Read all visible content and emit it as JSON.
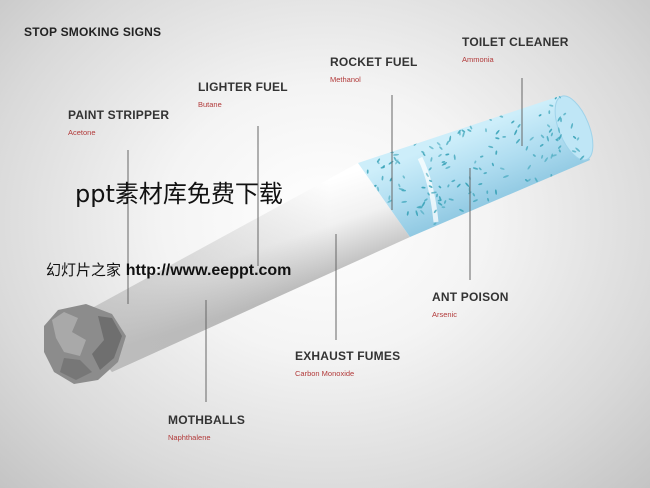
{
  "title": "STOP SMOKING SIGNS",
  "labels": {
    "paint_stripper": {
      "name": "PAINT STRIPPER",
      "chemical": "Acetone"
    },
    "lighter_fuel": {
      "name": "LIGHTER FUEL",
      "chemical": "Butane"
    },
    "rocket_fuel": {
      "name": "ROCKET FUEL",
      "chemical": "Methanol"
    },
    "toilet_cleaner": {
      "name": "TOILET CLEANER",
      "chemical": "Ammonia"
    },
    "ant_poison": {
      "name": "ANT POISON",
      "chemical": "Arsenic"
    },
    "exhaust_fumes": {
      "name": "EXHAUST FUMES",
      "chemical": "Carbon Monoxide"
    },
    "mothballs": {
      "name": "MOTHBALLS",
      "chemical": "Naphthalene"
    }
  },
  "watermark": {
    "line1": "ppt素材库免费下载",
    "line2_cn": "幻灯片之家 ",
    "line2_url": "http://www.eeppt.com"
  },
  "colors": {
    "label_text": "#333333",
    "chemical_text": "#b23a3a",
    "filter": "#aedcf0",
    "filter_specks": "#3aa3b8",
    "ash": "#8c8c8c",
    "pointer_lines": "#666666"
  }
}
